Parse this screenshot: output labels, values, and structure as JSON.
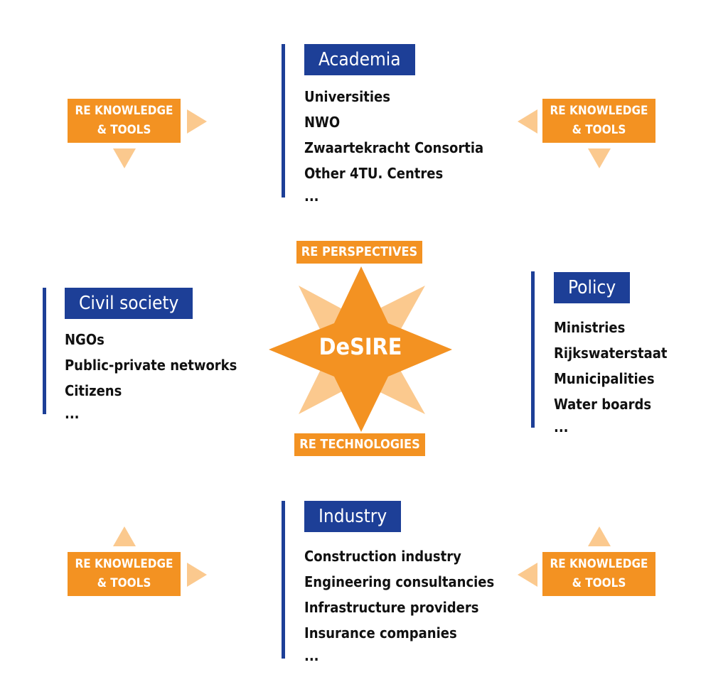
{
  "academia": {
    "title": "Academia",
    "items": [
      "Universities",
      "NWO",
      "Zwaartekracht Consortia",
      "Other 4TU. Centres",
      "..."
    ]
  },
  "civil_society": {
    "title": "Civil society",
    "items": [
      "NGOs",
      "Public-private networks",
      "Citizens",
      "..."
    ]
  },
  "policy": {
    "title": "Policy",
    "items": [
      "Ministries",
      "Rijkswaterstaat",
      "Municipalities",
      "Water boards",
      "..."
    ]
  },
  "industry": {
    "title": "Industry",
    "items": [
      "Construction industry",
      "Engineering consultancies",
      "Infrastructure providers",
      "Insurance companies",
      "..."
    ]
  },
  "center": {
    "name": "DeSIRE",
    "top_label": "RE PERSPECTIVES",
    "bottom_label": "RE TECHNOLOGIES"
  },
  "knowledge_tools": {
    "line1": "RE KNOWLEDGE",
    "line2": "& TOOLS"
  },
  "colors": {
    "blue": "#1d3f97",
    "orange": "#f39222",
    "light_orange": "#fbc98e"
  }
}
